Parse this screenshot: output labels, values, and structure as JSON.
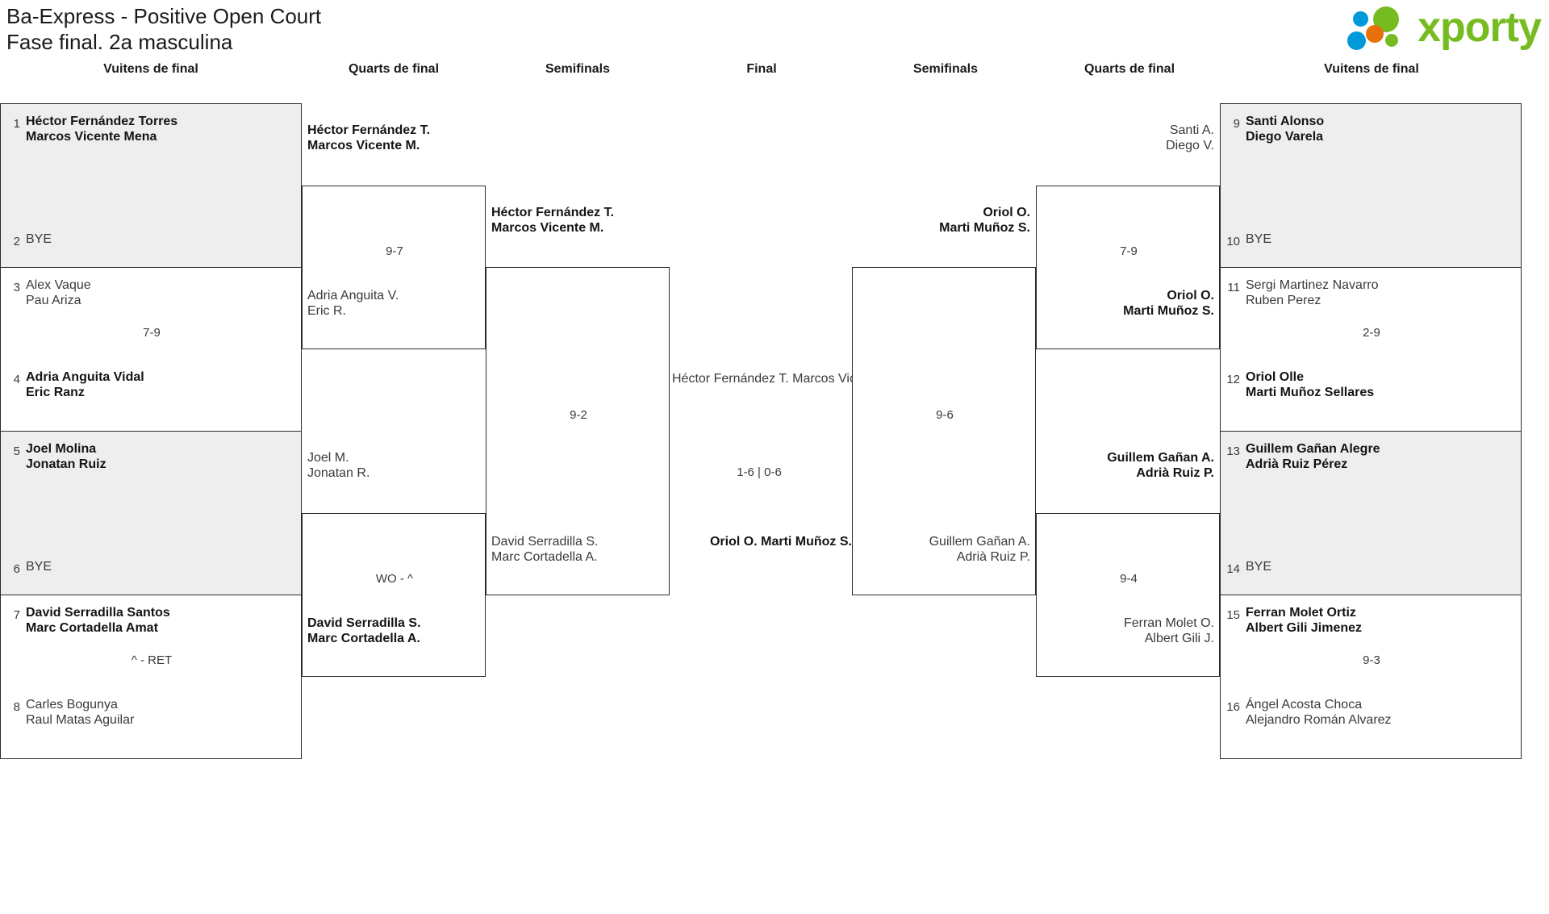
{
  "header": {
    "title_line1": "Ba-Express - Positive Open Court",
    "title_line2": "Fase final. 2a masculina",
    "logo_text": "xporty",
    "logo_colors": {
      "green": "#76bc21",
      "blue": "#0099da",
      "orange": "#e8700a"
    }
  },
  "round_headers": {
    "left_r16": "Vuitens de final",
    "left_qf": "Quarts de final",
    "left_sf": "Semifinals",
    "final": "Final",
    "right_sf": "Semifinals",
    "right_qf": "Quarts de final",
    "right_r16": "Vuitens de final"
  },
  "left_r16": [
    {
      "box_shaded": true,
      "top": {
        "seed": "1",
        "p1": "Héctor Fernández Torres",
        "p2": "Marcos Vicente Mena",
        "winner": true
      },
      "bottom": {
        "seed": "2",
        "p1": "BYE",
        "p2": "",
        "winner": false
      },
      "score": ""
    },
    {
      "box_shaded": false,
      "top": {
        "seed": "3",
        "p1": "Alex Vaque",
        "p2": "Pau Ariza",
        "winner": false
      },
      "bottom": {
        "seed": "4",
        "p1": "Adria Anguita Vidal",
        "p2": "Eric Ranz",
        "winner": true
      },
      "score": "7-9"
    },
    {
      "box_shaded": true,
      "top": {
        "seed": "5",
        "p1": "Joel Molina",
        "p2": "Jonatan Ruiz",
        "winner": true
      },
      "bottom": {
        "seed": "6",
        "p1": "BYE",
        "p2": "",
        "winner": false
      },
      "score": ""
    },
    {
      "box_shaded": false,
      "top": {
        "seed": "7",
        "p1": "David Serradilla Santos",
        "p2": "Marc Cortadella Amat",
        "winner": true
      },
      "bottom": {
        "seed": "8",
        "p1": "Carles Bogunya",
        "p2": "Raul Matas Aguilar",
        "winner": false
      },
      "score": "^ - RET"
    }
  ],
  "right_r16": [
    {
      "box_shaded": true,
      "top": {
        "seed": "9",
        "p1": "Santi Alonso",
        "p2": "Diego Varela",
        "winner": true
      },
      "bottom": {
        "seed": "10",
        "p1": "BYE",
        "p2": "",
        "winner": false
      },
      "score": ""
    },
    {
      "box_shaded": false,
      "top": {
        "seed": "11",
        "p1": "Sergi Martinez Navarro",
        "p2": "Ruben Perez",
        "winner": false
      },
      "bottom": {
        "seed": "12",
        "p1": "Oriol Olle",
        "p2": "Marti Muñoz Sellares",
        "winner": true
      },
      "score": "2-9"
    },
    {
      "box_shaded": true,
      "top": {
        "seed": "13",
        "p1": "Guillem Gañan Alegre",
        "p2": "Adrià Ruiz Pérez",
        "winner": true
      },
      "bottom": {
        "seed": "14",
        "p1": "BYE",
        "p2": "",
        "winner": false
      },
      "score": ""
    },
    {
      "box_shaded": false,
      "top": {
        "seed": "15",
        "p1": "Ferran Molet Ortiz",
        "p2": "Albert Gili Jimenez",
        "winner": true
      },
      "bottom": {
        "seed": "16",
        "p1": "Ángel Acosta Choca",
        "p2": "Alejandro Román Alvarez",
        "winner": false
      },
      "score": "9-3"
    }
  ],
  "left_qf": [
    {
      "top": {
        "p1": "Héctor Fernández T.",
        "p2": "Marcos Vicente M.",
        "winner": true
      },
      "bottom": {
        "p1": "Adria Anguita V.",
        "p2": "Eric R.",
        "winner": false
      },
      "score": "9-7"
    },
    {
      "top": {
        "p1": "Joel M.",
        "p2": "Jonatan R.",
        "winner": false
      },
      "bottom": {
        "p1": "David Serradilla S.",
        "p2": "Marc Cortadella A.",
        "winner": true
      },
      "score": "WO - ^"
    }
  ],
  "right_qf": [
    {
      "top": {
        "p1": "Santi A.",
        "p2": "Diego V.",
        "winner": false
      },
      "bottom": {
        "p1": "Oriol O.",
        "p2": "Marti Muñoz S.",
        "winner": true
      },
      "score": "7-9"
    },
    {
      "top": {
        "p1": "Guillem Gañan A.",
        "p2": "Adrià Ruiz P.",
        "winner": true
      },
      "bottom": {
        "p1": "Ferran Molet O.",
        "p2": "Albert Gili J.",
        "winner": false
      },
      "score": "9-4"
    }
  ],
  "left_sf": {
    "top": {
      "p1": "Héctor Fernández T.",
      "p2": "Marcos Vicente M.",
      "winner": true
    },
    "bottom": {
      "p1": "David Serradilla S.",
      "p2": "Marc Cortadella A.",
      "winner": false
    },
    "score": "9-2"
  },
  "right_sf": {
    "top": {
      "p1": "Oriol O.",
      "p2": "Marti Muñoz S.",
      "winner": true
    },
    "bottom": {
      "p1": "Guillem Gañan A.",
      "p2": "Adrià Ruiz P.",
      "winner": false
    },
    "score": "9-6"
  },
  "final": {
    "top": {
      "p1": "Héctor Fernández T.",
      "p2": "Marcos Vicente M.",
      "winner": false
    },
    "bottom": {
      "p1": "Oriol O.",
      "p2": "Marti Muñoz S.",
      "winner": true
    },
    "score": "1-6 | 0-6"
  }
}
